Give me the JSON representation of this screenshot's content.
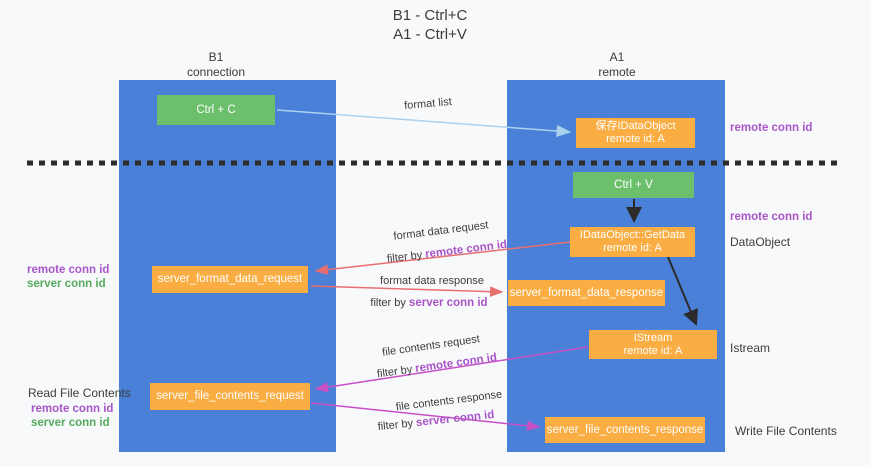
{
  "colors": {
    "background": "#f8f9fa",
    "column_blue": "#4a80d8",
    "box_green": "#6cbf6b",
    "box_orange": "#f9ad42",
    "text_dark": "#3c3c3c",
    "conn_purple": "#a855c8",
    "conn_green": "#55aa5f",
    "arrow_blue": "#a9d2ef",
    "arrow_salmon": "#e86f6f",
    "arrow_magenta": "#c750c7",
    "arrow_black": "#2b2b2b"
  },
  "title": {
    "line1": "B1 - Ctrl+C",
    "line2": "A1 - Ctrl+V"
  },
  "columns": {
    "b1": {
      "name": "B1",
      "subtitle": "connection"
    },
    "a1": {
      "name": "A1",
      "subtitle": "remote"
    }
  },
  "nodes": {
    "ctrl_c": {
      "label": "Ctrl + C"
    },
    "save_idataobject": {
      "line1": "保存IDataObject",
      "line2": "remote id: A"
    },
    "ctrl_v": {
      "label": "Ctrl + V"
    },
    "idataobject_getdata": {
      "line1": "IDataObject::GetData",
      "line2": "remote id: A"
    },
    "server_format_data_request": {
      "label": "server_format_data_request"
    },
    "server_format_data_response": {
      "label": "server_format_data_response"
    },
    "istream": {
      "line1": "IStream",
      "line2": "remote id: A"
    },
    "server_file_contents_request": {
      "label": "server_file_contents_request"
    },
    "server_file_contents_response": {
      "label": "server_file_contents_response"
    }
  },
  "edge_labels": {
    "format_list": "format list",
    "format_data_request": "format data request",
    "format_data_response": "format data response",
    "file_contents_request": "file contents request",
    "file_contents_response": "file contents response",
    "filter_by": "filter by ",
    "remote_conn_id": "remote conn id",
    "server_conn_id": "server conn id"
  },
  "annotations": {
    "remote_conn_id": "remote conn id",
    "server_conn_id": "server conn id",
    "data_object": "DataObject",
    "istream": "Istream",
    "read_file_contents": "Read File Contents",
    "write_file_contents": "Write File Contents"
  }
}
